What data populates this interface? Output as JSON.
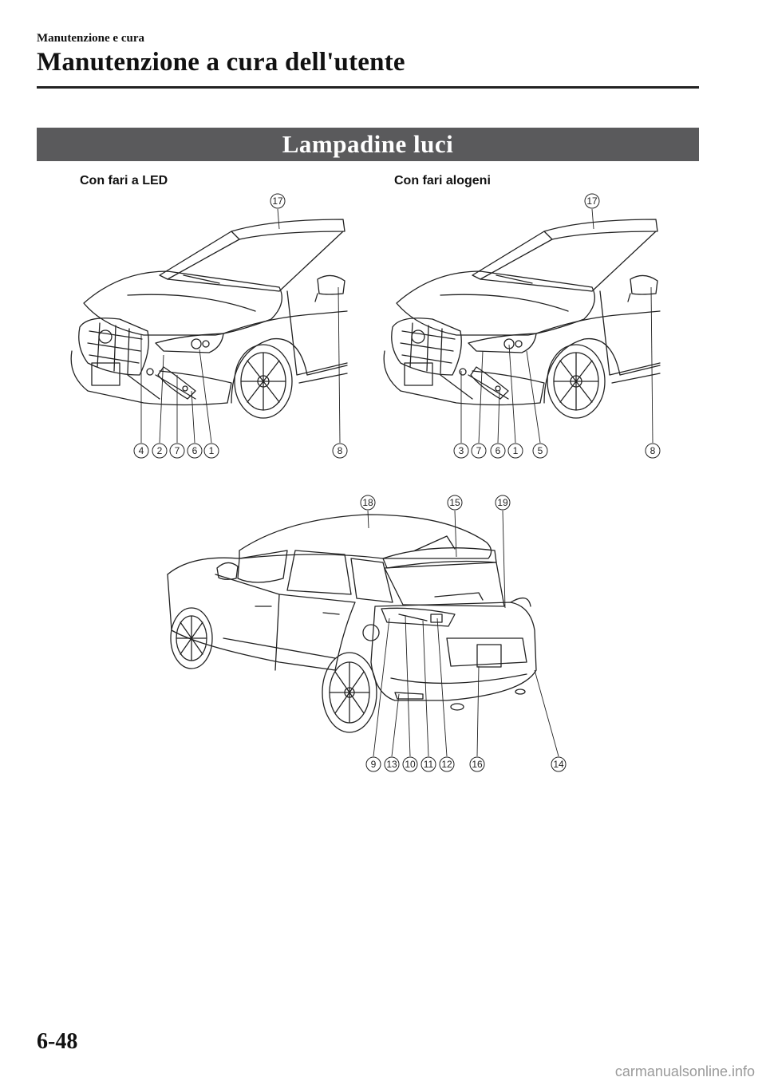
{
  "header": {
    "section": "Manutenzione e cura",
    "title": "Manutenzione a cura dell'utente"
  },
  "banner": "Lampadine luci",
  "figures": {
    "led_caption": "Con fari a LED",
    "halogen_caption": "Con fari alogeni",
    "led_callouts": [
      "4",
      "2",
      "7",
      "6",
      "1",
      "8",
      "17"
    ],
    "halogen_callouts": [
      "3",
      "7",
      "6",
      "1",
      "5",
      "8",
      "17"
    ],
    "rear_callouts": [
      "18",
      "15",
      "19",
      "9",
      "13",
      "10",
      "11",
      "12",
      "16",
      "14"
    ]
  },
  "footer": {
    "page_number": "6-48",
    "watermark": "carmanualsonline.info"
  }
}
